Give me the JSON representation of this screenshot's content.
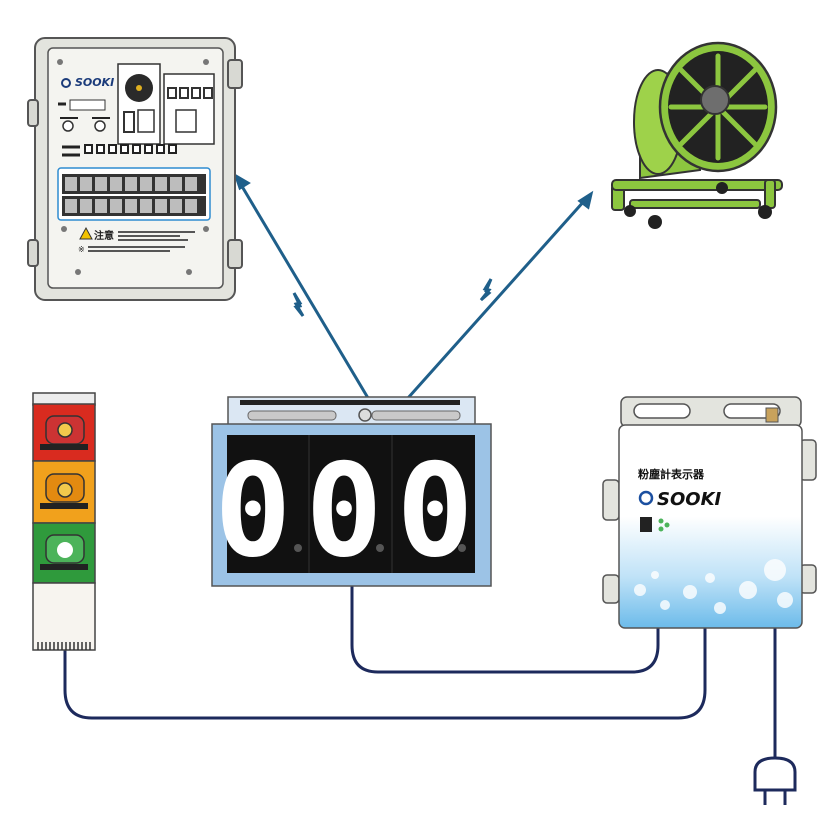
{
  "control_box": {
    "brand": "SOOKI",
    "warning_label": "注意",
    "note_mark": "※"
  },
  "display_panel": {
    "digits": "000"
  },
  "dust_monitor": {
    "title": "粉塵計表示器",
    "brand": "SOOKI"
  },
  "colors": {
    "wire": "#1d2a5c",
    "signal_line": "#1f5f8a",
    "lamp_red": "#d92b1f",
    "lamp_yellow": "#f1a11c",
    "lamp_green": "#2f9a3c",
    "fan_green": "#8cc63f",
    "panel_blue": "#9cc3e6",
    "digit_white": "#ffffff"
  }
}
